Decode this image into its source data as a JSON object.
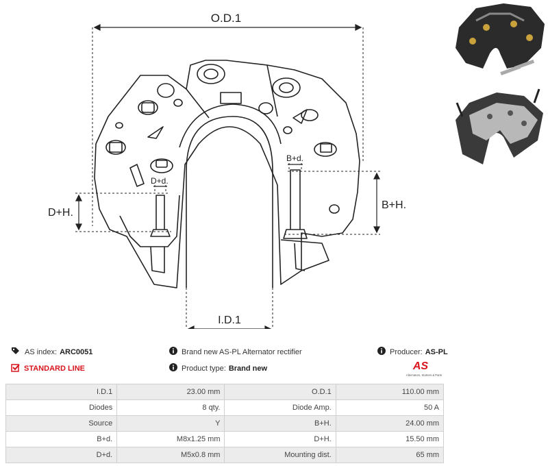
{
  "drawing": {
    "labels": {
      "od": "O.D.1",
      "id": "I.D.1",
      "dh": "D+H.",
      "bh": "B+H.",
      "dd": "D+d.",
      "bd": "B+d."
    }
  },
  "info": {
    "as_index_label": "AS index:",
    "as_index_value": "ARC0051",
    "standard_line": "STANDARD LINE",
    "description": "Brand new AS-PL Alternator rectifier",
    "product_type_label": "Product type:",
    "product_type_value": "Brand new",
    "producer_label": "Producer:",
    "producer_value": "AS-PL"
  },
  "logo": {
    "mark": "AS",
    "tagline": "Alternators, Starters & Parts",
    "color": "#d9141c"
  },
  "specs": [
    {
      "l1": "I.D.1",
      "v1": "23.00 mm",
      "l2": "O.D.1",
      "v2": "110.00 mm"
    },
    {
      "l1": "Diodes",
      "v1": "8 qty.",
      "l2": "Diode Amp.",
      "v2": "50 A"
    },
    {
      "l1": "Source",
      "v1": "Y",
      "l2": "B+H.",
      "v2": "24.00 mm"
    },
    {
      "l1": "B+d.",
      "v1": "M8x1.25 mm",
      "l2": "D+H.",
      "v2": "15.50 mm"
    },
    {
      "l1": "D+d.",
      "v1": "M5x0.8 mm",
      "l2": "Mounting dist.",
      "v2": "65 mm"
    }
  ]
}
